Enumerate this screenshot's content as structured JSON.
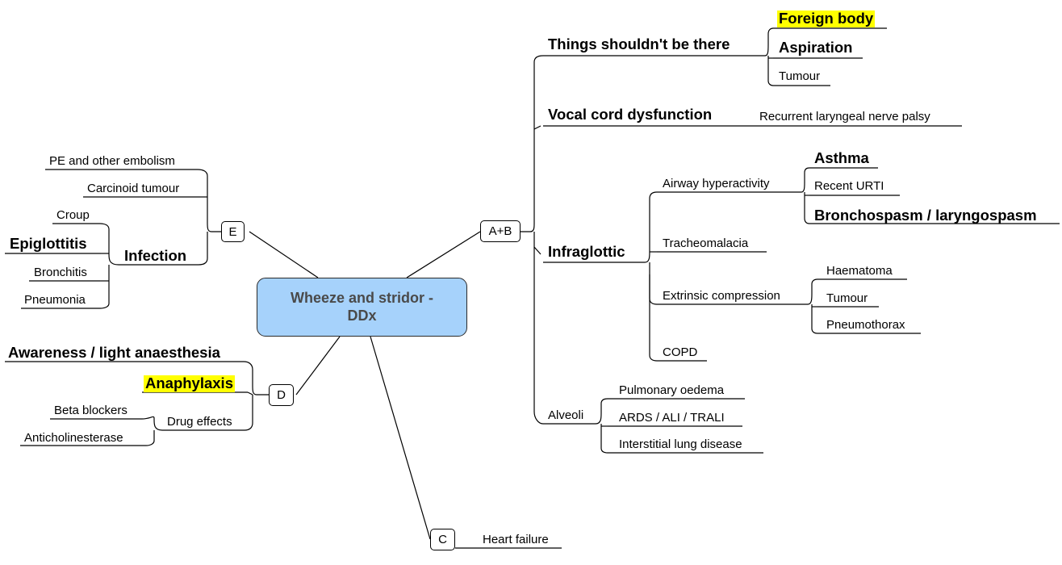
{
  "center": {
    "line1": "Wheeze and stridor -",
    "line2": "DDx"
  },
  "branches": {
    "ab": "A+B",
    "c": "C",
    "d": "D",
    "e": "E"
  },
  "ab": {
    "things_shouldnt_be_there": "Things shouldn't be there",
    "foreign_body": "Foreign body",
    "aspiration": "Aspiration",
    "tumour_upper": "Tumour",
    "vocal_cord_dysfunction": "Vocal cord dysfunction",
    "recurrent_laryngeal": "Recurrent laryngeal nerve palsy",
    "infraglottic": "Infraglottic",
    "airway_hyperactivity": "Airway hyperactivity",
    "asthma": "Asthma",
    "recent_urti": "Recent URTI",
    "bronchospasm": "Bronchospasm / laryngospasm",
    "tracheomalacia": "Tracheomalacia",
    "extrinsic_compression": "Extrinsic compression",
    "haematoma": "Haematoma",
    "tumour_extrinsic": "Tumour",
    "pneumothorax": "Pneumothorax",
    "copd": "COPD",
    "alveoli": "Alveoli",
    "pulmonary_oedema": "Pulmonary oedema",
    "ards": "ARDS / ALI / TRALI",
    "ild": "Interstitial lung disease"
  },
  "c": {
    "heart_failure": "Heart failure"
  },
  "d": {
    "awareness": "Awareness / light anaesthesia",
    "anaphylaxis": "Anaphylaxis",
    "drug_effects": "Drug effects",
    "beta_blockers": "Beta blockers",
    "anticholinesterase": "Anticholinesterase"
  },
  "e": {
    "pe": "PE and other embolism",
    "carcinoid": "Carcinoid tumour",
    "infection": "Infection",
    "croup": "Croup",
    "epiglottitis": "Epiglottitis",
    "bronchitis": "Bronchitis",
    "pneumonia": "Pneumonia"
  },
  "colors": {
    "center_fill": "#a6d2fb",
    "highlight": "#ffff00",
    "line": "#000000",
    "center_text": "#4a4a4a"
  }
}
